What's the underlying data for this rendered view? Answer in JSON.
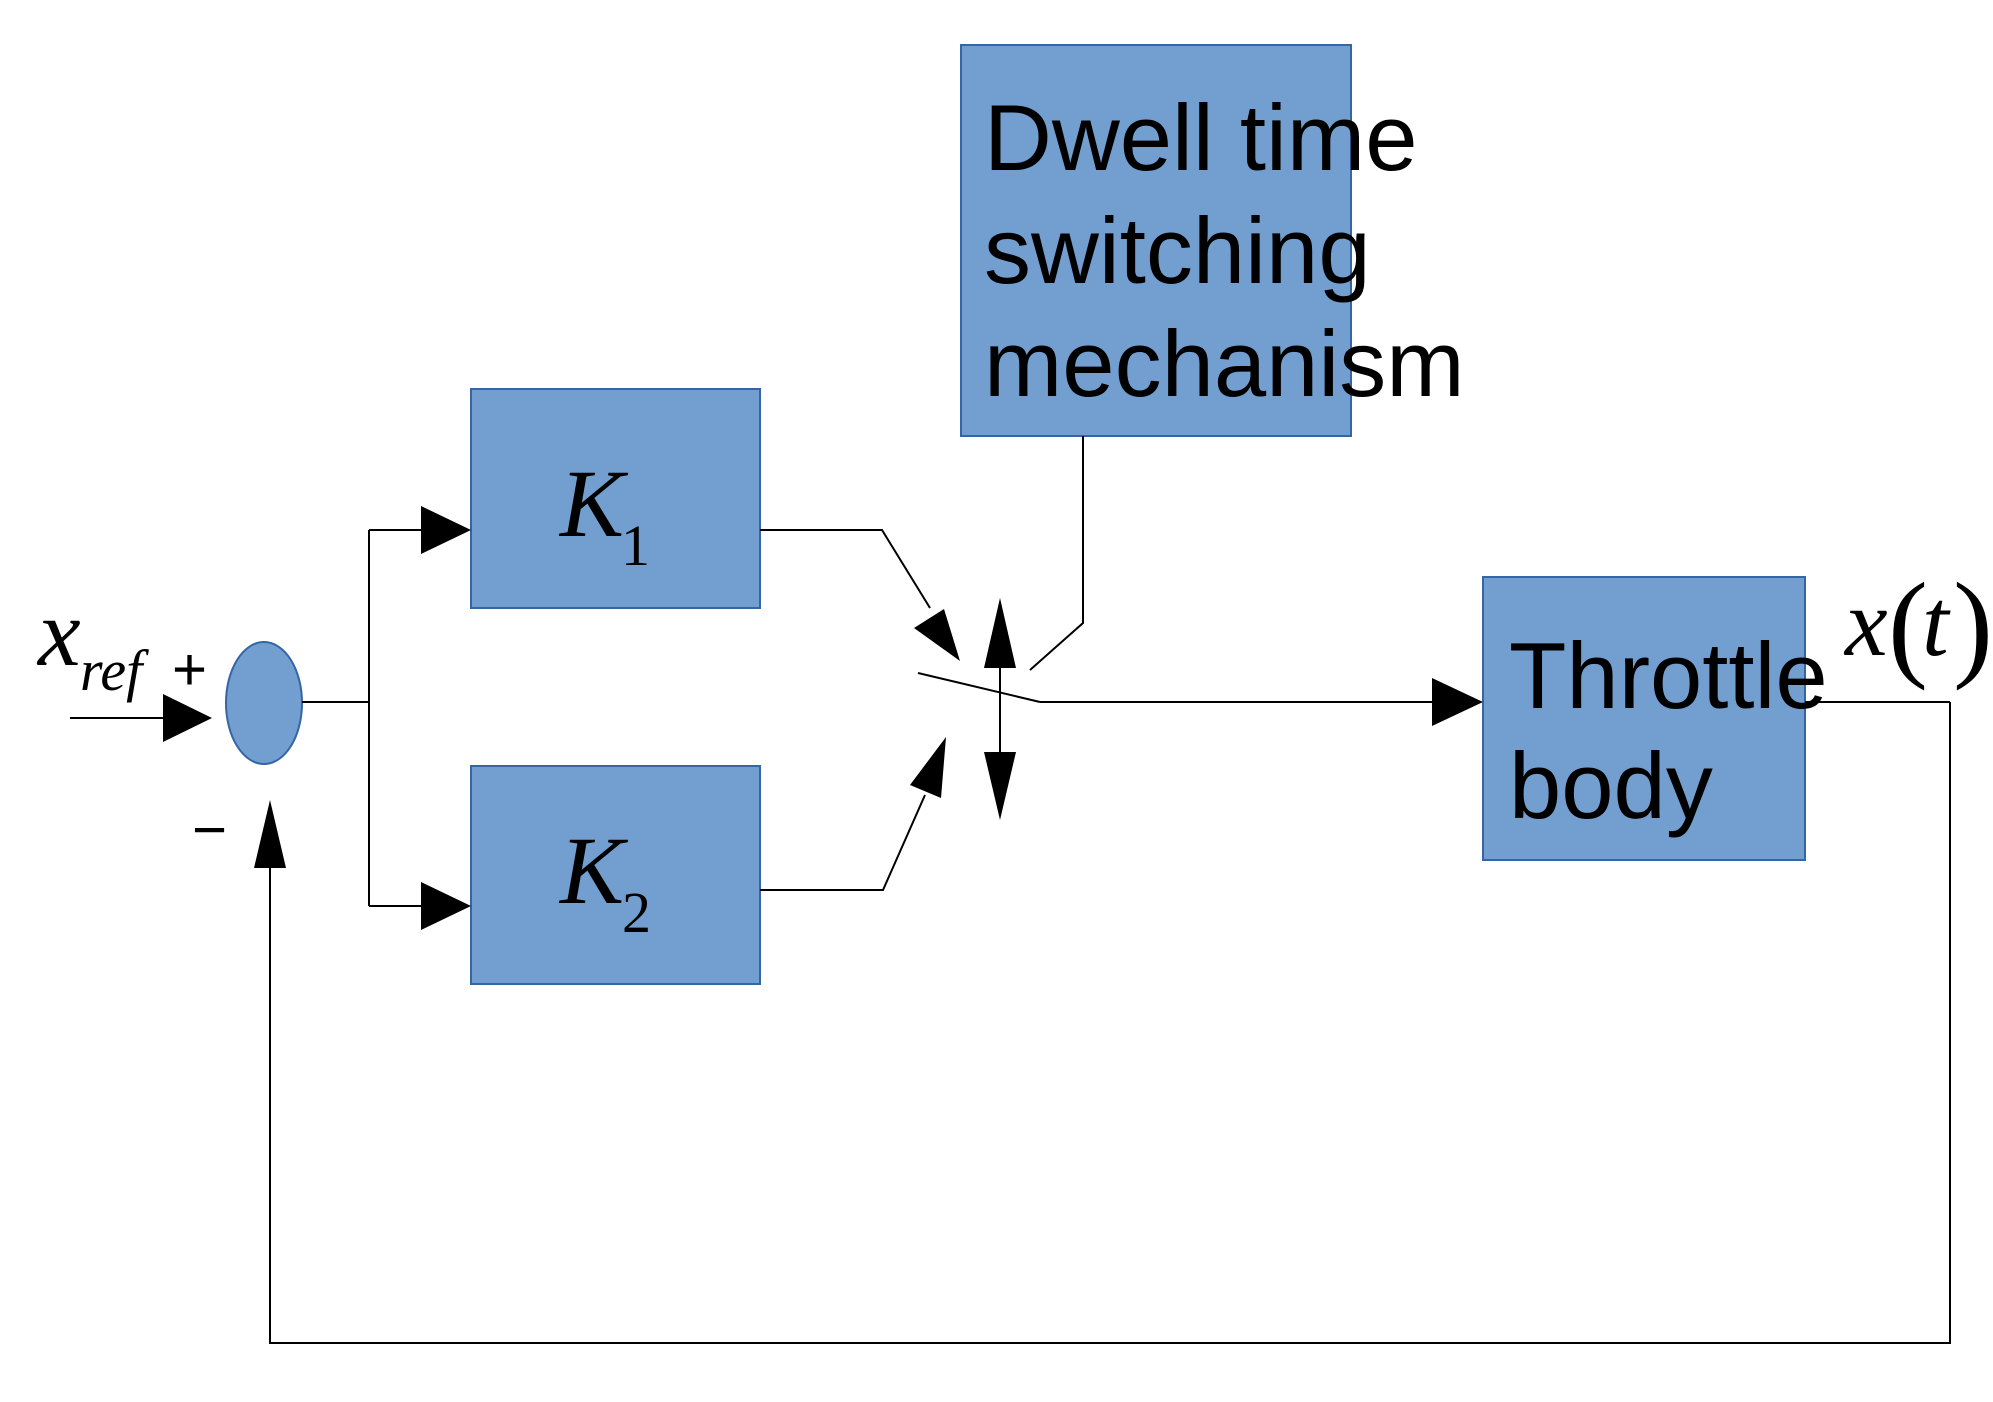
{
  "blocks": {
    "k1": {
      "symbol": "K",
      "subscript": "1"
    },
    "k2": {
      "symbol": "K",
      "subscript": "2"
    },
    "dwell": {
      "lines": [
        "Dwell time",
        "switching",
        "mechanism"
      ]
    },
    "throttle": {
      "lines": [
        "Throttle",
        "body"
      ]
    }
  },
  "signals": {
    "input": {
      "symbol": "x",
      "subscript": "ref"
    },
    "output": {
      "symbol": "x",
      "open": "(",
      "argument": "t",
      "close": ")"
    }
  },
  "summing_junction": {
    "plus": "+",
    "minus": "−"
  },
  "colors": {
    "block_fill": "#729fcf",
    "block_stroke": "#3465a4",
    "line": "#000000"
  }
}
